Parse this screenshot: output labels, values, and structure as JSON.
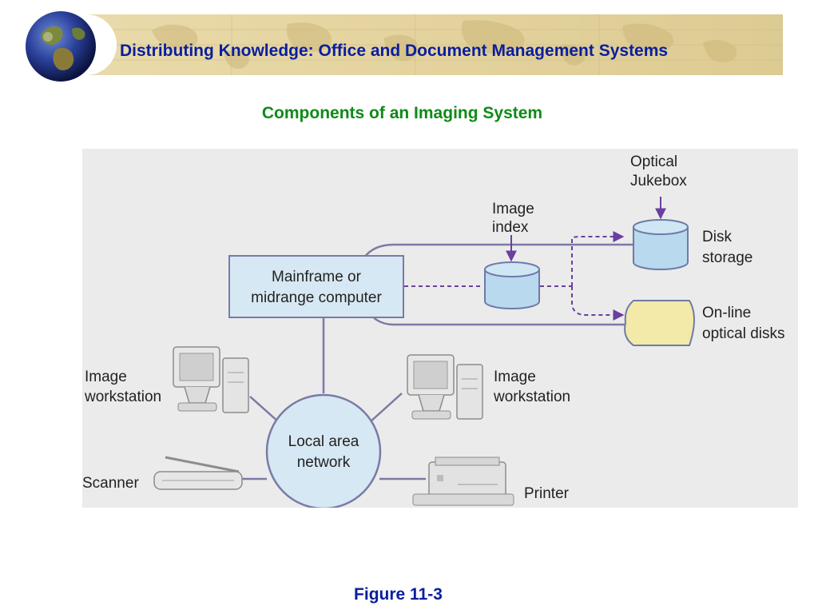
{
  "header": {
    "title": "Distributing Knowledge: Office and Document Management Systems"
  },
  "diagram": {
    "title": "Components of an Imaging System",
    "nodes": {
      "mainframe": [
        "Mainframe or",
        "midrange computer"
      ],
      "image_index": [
        "Image",
        "index"
      ],
      "optical_jukebox": [
        "Optical",
        "Jukebox"
      ],
      "disk_storage": [
        "Disk",
        "storage"
      ],
      "online_optical": [
        "On-line",
        "optical disks"
      ],
      "lan": [
        "Local area",
        "network"
      ],
      "workstation_left": [
        "Image",
        "workstation"
      ],
      "workstation_right": [
        "Image",
        "workstation"
      ],
      "scanner": "Scanner",
      "printer": "Printer"
    },
    "colors": {
      "line": "#7b7aa6",
      "arrow": "#6a3fa0",
      "cylinder": "#b9d9ee",
      "box": "#d6e8f3",
      "optical": "#f3e9a8"
    }
  },
  "caption": {
    "figure": "Figure 11-3"
  }
}
